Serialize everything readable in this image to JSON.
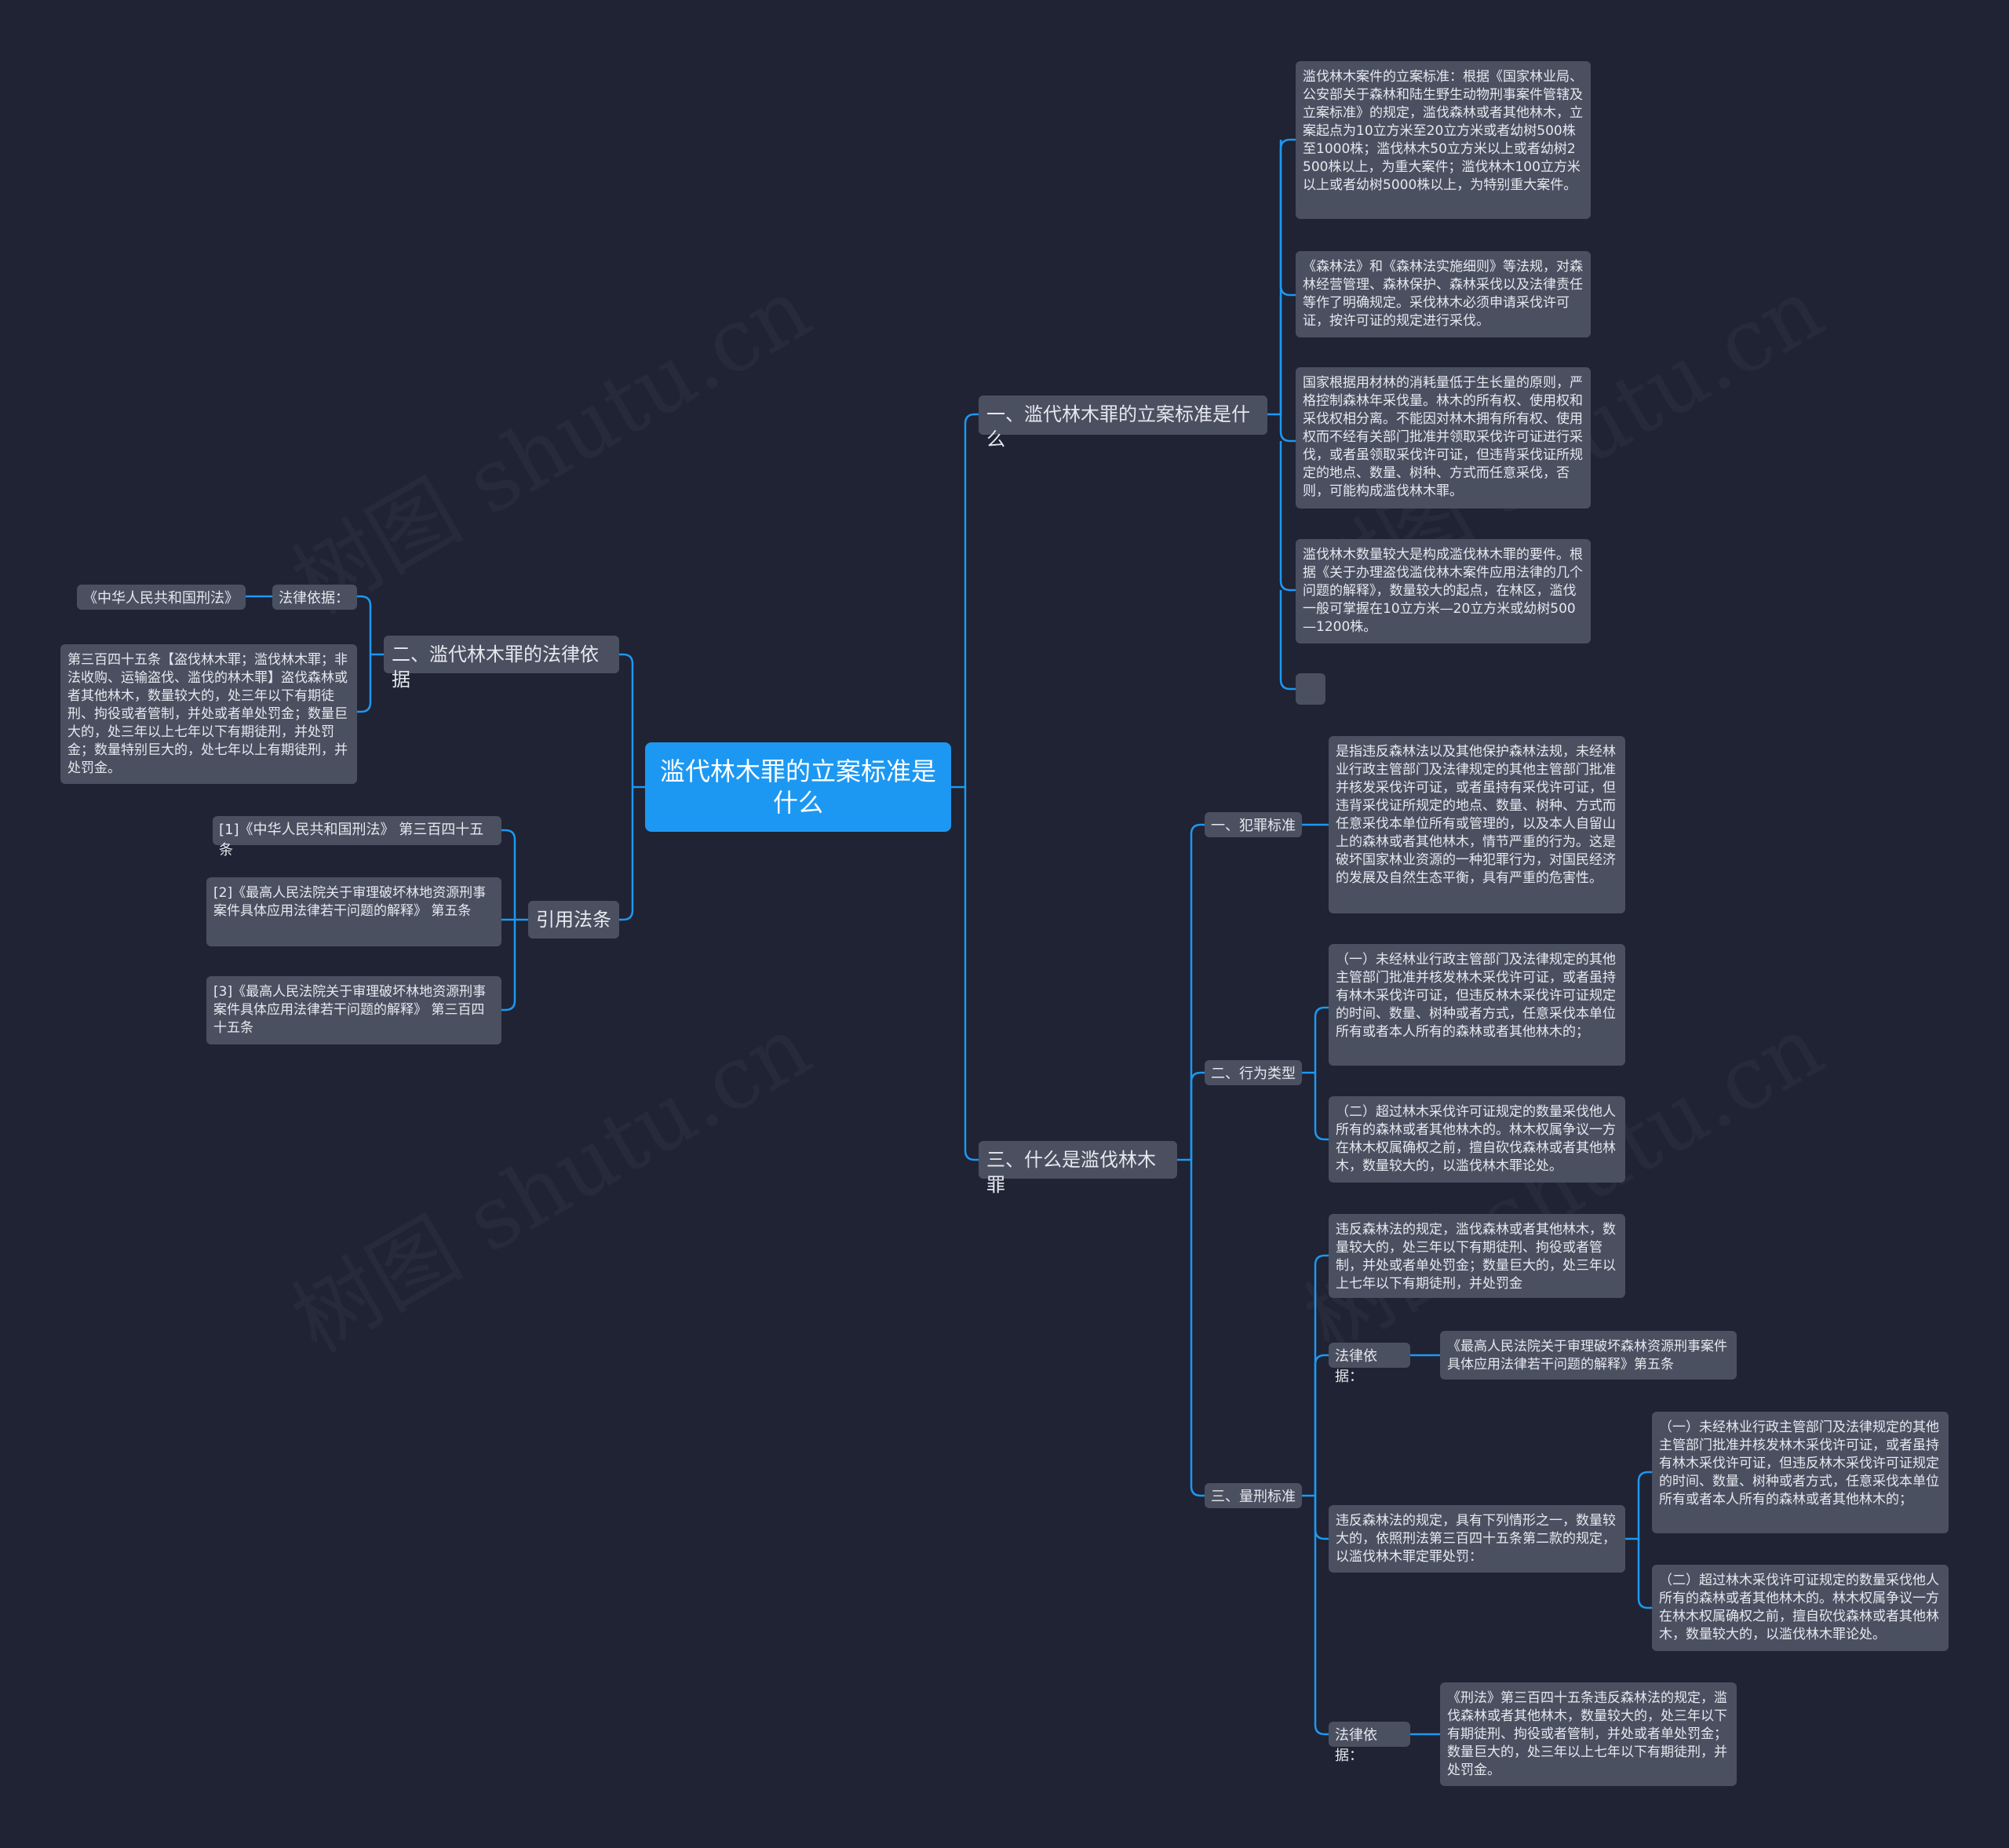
{
  "watermark": "树图 shutu.cn",
  "colors": {
    "background": "#1f2333",
    "node": "#4b5061",
    "center": "#1d98f2",
    "line": "#1d98f2",
    "text": "#e6e8ee"
  },
  "center": {
    "title": "滥代林木罪的立案标准是什么"
  },
  "branch1": {
    "title": "一、滥代林木罪的立案标准是什么",
    "items": [
      "滥伐林木案件的立案标准：根据《国家林业局、公安部关于森林和陆生野生动物刑事案件管辖及立案标准》的规定，滥伐森林或者其他林木，立案起点为10立方米至20立方米或者幼树500株至1000株；滥伐林木50立方米以上或者幼树2500株以上，为重大案件；滥伐林木100立方米以上或者幼树5000株以上，为特别重大案件。",
      "《森林法》和《森林法实施细则》等法规，对森林经营管理、森林保护、森林采伐以及法律责任等作了明确规定。采伐林木必须申请采伐许可证，按许可证的规定进行采伐。",
      "国家根据用材林的消耗量低于生长量的原则，严格控制森林年采伐量。林木的所有权、使用权和采伐权相分离。不能因对林木拥有所有权、使用权而不经有关部门批准并领取采伐许可证进行采伐，或者虽领取采伐许可证，但违背采伐证所规定的地点、数量、树种、方式而任意采伐，否则，可能构成滥伐林木罪。",
      "滥伐林木数量较大是构成滥伐林木罪的要件。根据《关于办理盗伐滥伐林木案件应用法律的几个问题的解释》，数量较大的起点，在林区，滥伐一般可掌握在10立方米—20立方米或幼树500—1200株。",
      ""
    ]
  },
  "branch2": {
    "title": "二、滥代林木罪的法律依据",
    "basis_label": "法律依据：",
    "basis_item": "《中华人民共和国刑法》",
    "article": "第三百四十五条【盗伐林木罪；滥伐林木罪；非法收购、运输盗伐、滥伐的林木罪】盗伐森林或者其他林木，数量较大的，处三年以下有期徒刑、拘役或者管制，并处或者单处罚金；数量巨大的，处三年以上七年以下有期徒刑，并处罚金；数量特别巨大的，处七年以上有期徒刑，并处罚金。"
  },
  "branch3": {
    "title": "引用法条",
    "items": [
      "[1]《中华人民共和国刑法》 第三百四十五条",
      "[2]《最高人民法院关于审理破坏林地资源刑事案件具体应用法律若干问题的解释》 第五条",
      "[3]《最高人民法院关于审理破坏林地资源刑事案件具体应用法律若干问题的解释》 第三百四十五条"
    ]
  },
  "branch4": {
    "title": "三、什么是滥伐林木罪",
    "crime_standard": {
      "label": "一、犯罪标准",
      "text": "是指违反森林法以及其他保护森林法规，未经林业行政主管部门及法律规定的其他主管部门批准并核发采伐许可证，或者虽持有采伐许可证，但违背采伐证所规定的地点、数量、树种、方式而任意采伐本单位所有或管理的，以及本人自留山上的森林或者其他林木，情节严重的行为。这是破坏国家林业资源的一种犯罪行为，对国民经济的发展及自然生态平衡，具有严重的危害性。"
    },
    "behavior_type": {
      "label": "二、行为类型",
      "items": [
        "（一）未经林业行政主管部门及法律规定的其他主管部门批准并核发林木采伐许可证，或者虽持有林木采伐许可证，但违反林木采伐许可证规定的时间、数量、树种或者方式，任意采伐本单位所有或者本人所有的森林或者其他林木的；",
        "（二）超过林木采伐许可证规定的数量采伐他人所有的森林或者其他林木的。林木权属争议一方在林木权属确权之前，擅自砍伐森林或者其他林木，数量较大的，以滥伐林木罪论处。"
      ]
    },
    "sentencing": {
      "label": "三、量刑标准",
      "item1": "违反森林法的规定，滥伐森林或者其他林木，数量较大的，处三年以下有期徒刑、拘役或者管制，并处或者单处罚金；数量巨大的，处三年以上七年以下有期徒刑，并处罚金",
      "basis_label_1": "法律依据：",
      "basis_1": "《最高人民法院关于审理破坏森林资源刑事案件具体应用法律若干问题的解释》第五条",
      "item3": "违反森林法的规定，具有下列情形之一，数量较大的，依照刑法第三百四十五条第二款的规定，以滥伐林木罪定罪处罚：",
      "item3_children": [
        "（一）未经林业行政主管部门及法律规定的其他主管部门批准并核发林木采伐许可证，或者虽持有林木采伐许可证，但违反林木采伐许可证规定的时间、数量、树种或者方式，任意采伐本单位所有或者本人所有的森林或者其他林木的；",
        "（二）超过林木采伐许可证规定的数量采伐他人所有的森林或者其他林木的。林木权属争议一方在林木权属确权之前，擅自砍伐森林或者其他林木，数量较大的，以滥伐林木罪论处。"
      ],
      "basis_label_2": "法律依据：",
      "basis_2": "《刑法》第三百四十五条违反森林法的规定，滥伐森林或者其他林木，数量较大的，处三年以下有期徒刑、拘役或者管制，并处或者单处罚金；数量巨大的，处三年以上七年以下有期徒刑，并处罚金。"
    }
  }
}
